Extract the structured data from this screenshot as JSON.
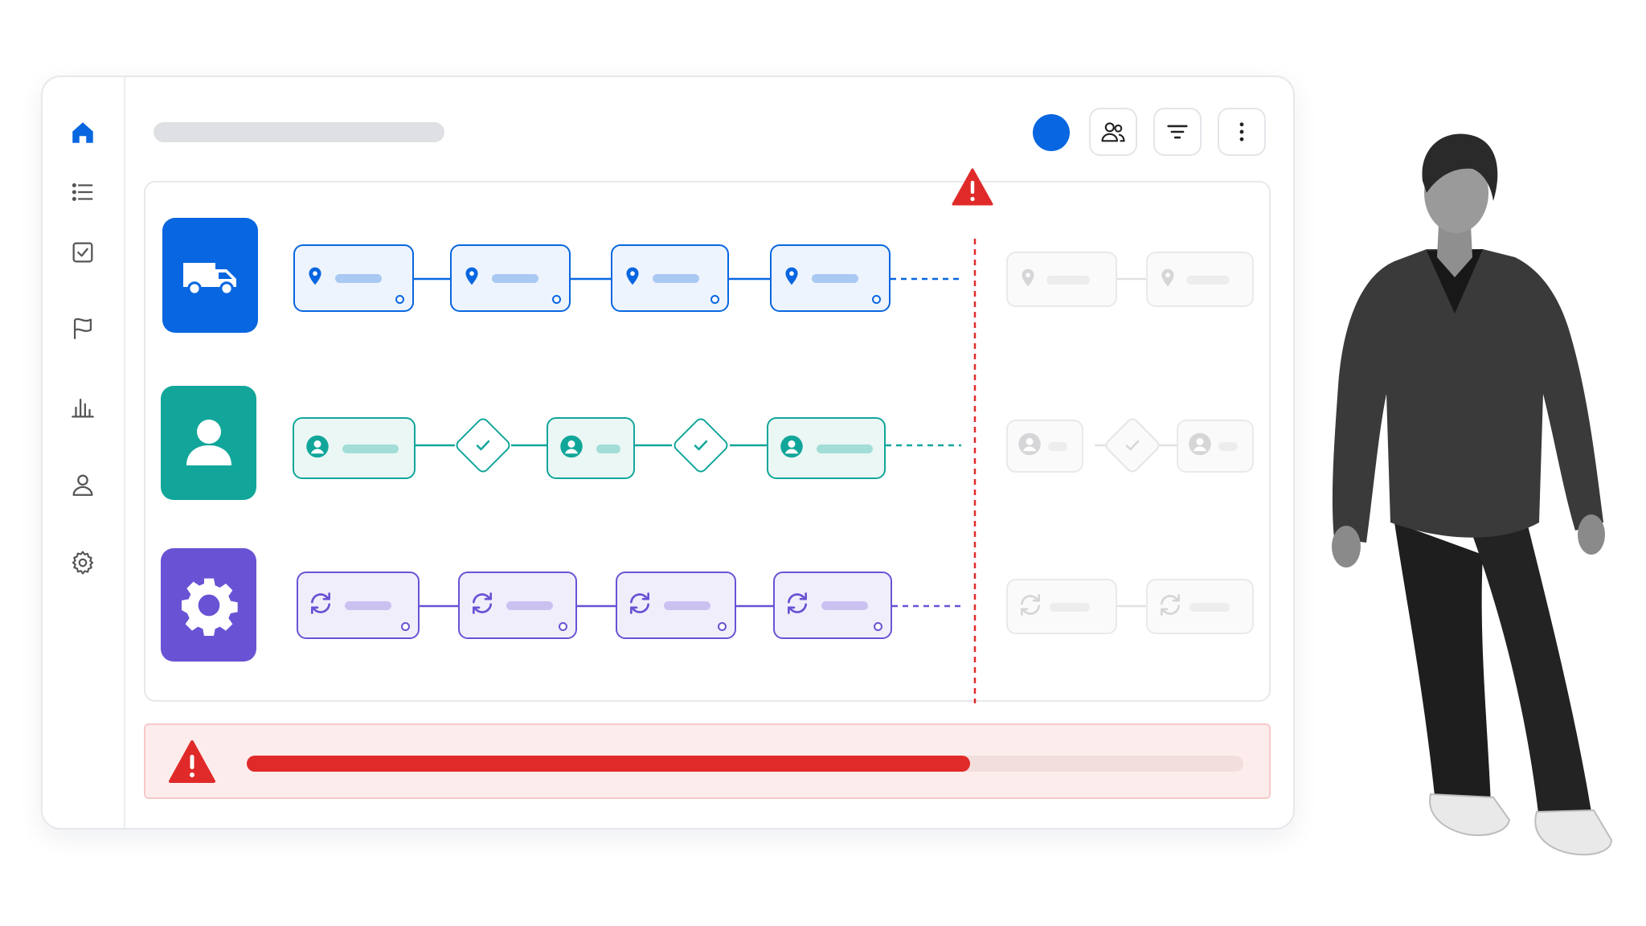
{
  "title_text": "",
  "sidebar": {
    "active": "home",
    "items": [
      {
        "name": "home",
        "icon": "home-icon"
      },
      {
        "name": "list",
        "icon": "list-icon"
      },
      {
        "name": "tasks",
        "icon": "checkbox-icon"
      },
      {
        "name": "milestones",
        "icon": "flag-icon"
      },
      {
        "name": "analytics",
        "icon": "bar-chart-icon"
      },
      {
        "name": "profile",
        "icon": "user-icon"
      },
      {
        "name": "settings",
        "icon": "gear-icon"
      }
    ]
  },
  "header": {
    "status_indicator_color": "#0866e0",
    "buttons": [
      "people-icon",
      "filter-icon",
      "more-vertical-icon"
    ]
  },
  "workflow": {
    "alert_marker": "warning-triangle-icon",
    "rows": [
      {
        "name": "delivery",
        "icon": "van-icon",
        "color": "#0866e0",
        "node_icon": "location-pin-icon",
        "completed_steps": 4,
        "upcoming_steps": 2
      },
      {
        "name": "people",
        "icon": "person-icon",
        "color": "#12a69a",
        "node_icon": "user-circle-icon",
        "checkpoint_icon": "check-diamond-icon",
        "completed_steps": 5,
        "upcoming_steps": 3
      },
      {
        "name": "system",
        "icon": "gear-icon",
        "color": "#6a52d4",
        "node_icon": "sync-icon",
        "completed_steps": 4,
        "upcoming_steps": 2
      }
    ]
  },
  "alert": {
    "icon": "warning-triangle-icon",
    "progress_fraction": 0.726,
    "color": "#e02a2a"
  }
}
